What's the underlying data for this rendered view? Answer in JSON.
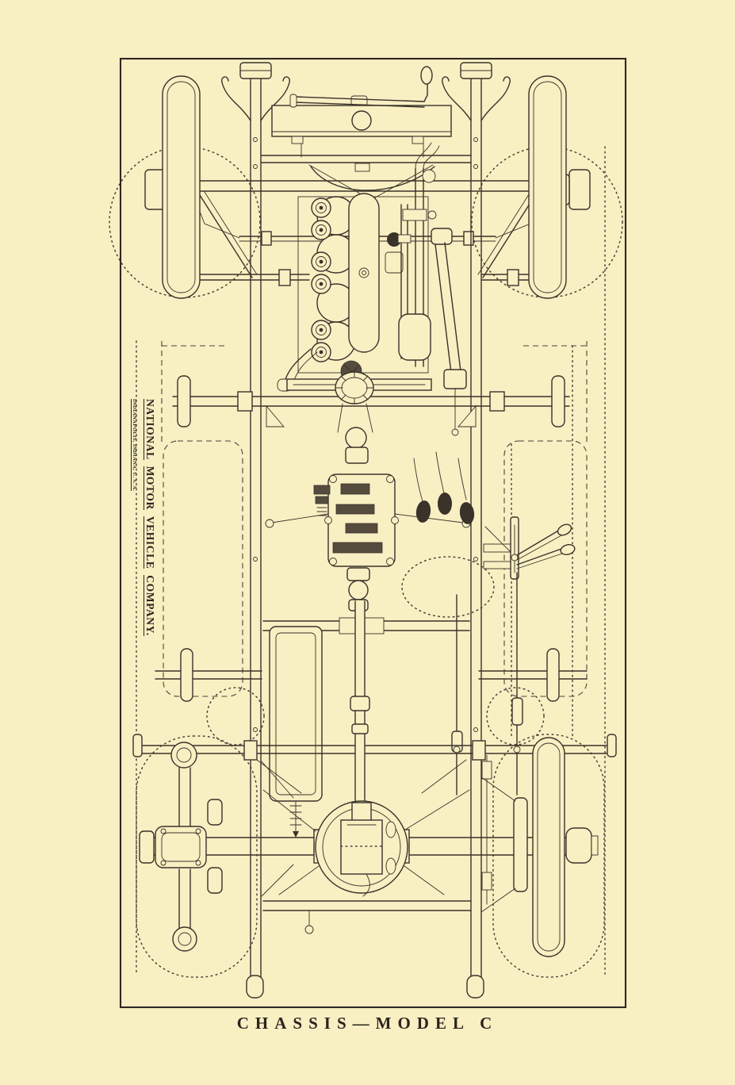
{
  "plate": {
    "caption": "CHASSIS—MODEL C",
    "company": {
      "words": [
        "NATIONAL",
        "MOTOR",
        "VEHICLE",
        "COMPANY."
      ],
      "location": "INDIANAPOLIS, INDIANA, U. S. A."
    }
  },
  "colors": {
    "paper": "#f8efc3",
    "ink": "#3a332a"
  },
  "drawing": {
    "type": "plan-view engineering drawing of an early automobile chassis",
    "orientation": "front of chassis at top, rear at bottom"
  }
}
